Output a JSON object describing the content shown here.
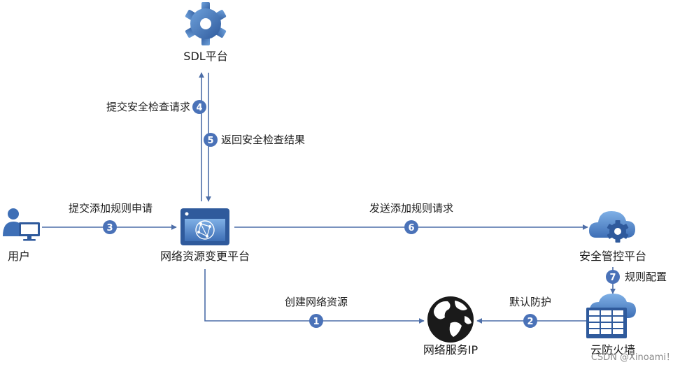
{
  "colors": {
    "edge": "#4d6ea8",
    "badge": "#4a72b8",
    "icon_dark": "#2f5a9c",
    "icon_mid": "#3e6fb6",
    "icon_light": "#6fa2dc",
    "globe": "#1a1a1a"
  },
  "nodes": {
    "sdl": {
      "label": "SDL平台",
      "icon": "gear-icon"
    },
    "user": {
      "label": "用户",
      "icon": "user-computer-icon"
    },
    "change_platform": {
      "label": "网络资源变更平台",
      "icon": "browser-network-icon"
    },
    "security_platform": {
      "label": "安全管控平台",
      "icon": "cloud-gear-icon"
    },
    "cloud_firewall": {
      "label": "云防火墙",
      "icon": "cloud-firewall-icon"
    },
    "service_ip": {
      "label": "网络服务IP",
      "icon": "globe-icon"
    }
  },
  "steps": {
    "s1": {
      "num": "1",
      "label": "创建网络资源"
    },
    "s2": {
      "num": "2",
      "label": "默认防护"
    },
    "s3": {
      "num": "3",
      "label": "提交添加规则申请"
    },
    "s4": {
      "num": "4",
      "label": "提交安全检查请求"
    },
    "s5": {
      "num": "5",
      "label": "返回安全检查结果"
    },
    "s6": {
      "num": "6",
      "label": "发送添加规则请求"
    },
    "s7": {
      "num": "7",
      "label": "规则配置"
    }
  },
  "watermark": "CSDN @Xinoami！"
}
